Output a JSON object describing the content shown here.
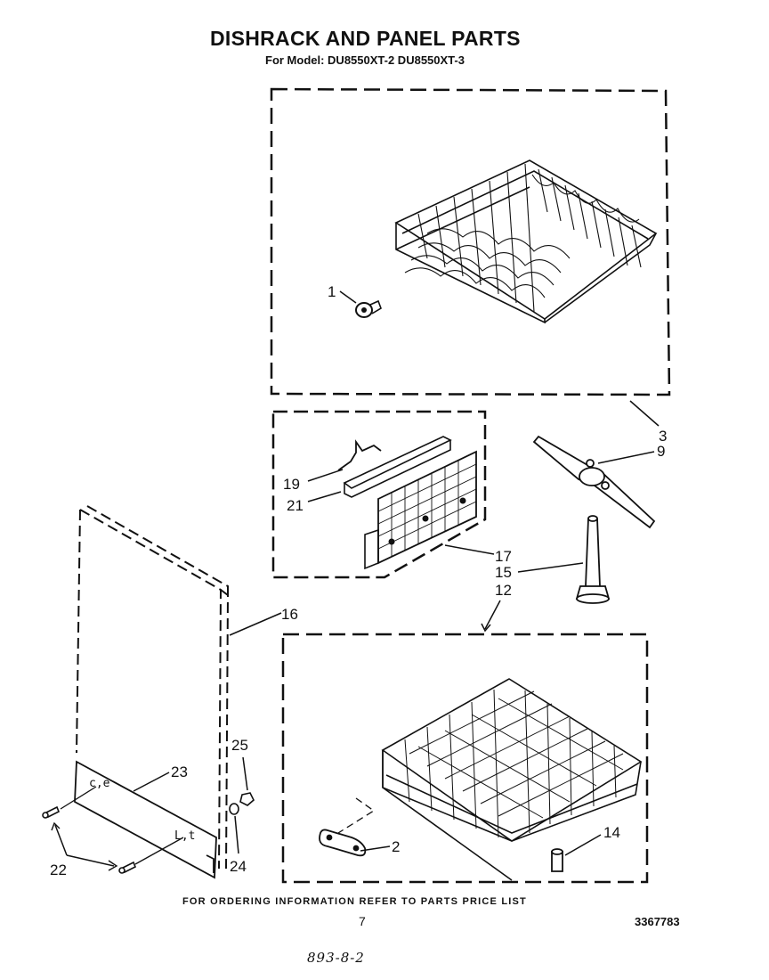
{
  "header": {
    "title": "DISHRACK AND PANEL PARTS",
    "subtitle": "For Model: DU8550XT-2 DU8550XT-3"
  },
  "callouts": {
    "p1": "1",
    "p2": "2",
    "p3": "3",
    "p9": "9",
    "p12": "12",
    "p14": "14",
    "p15": "15",
    "p16": "16",
    "p17": "17",
    "p19": "19",
    "p21": "21",
    "p22": "22",
    "p23": "23",
    "p24": "24",
    "p25": "25"
  },
  "footer": {
    "note": "FOR ORDERING INFORMATION REFER TO PARTS PRICE LIST",
    "page_number": "7",
    "doc_number": "3367783",
    "handwritten": "893-8-2"
  }
}
